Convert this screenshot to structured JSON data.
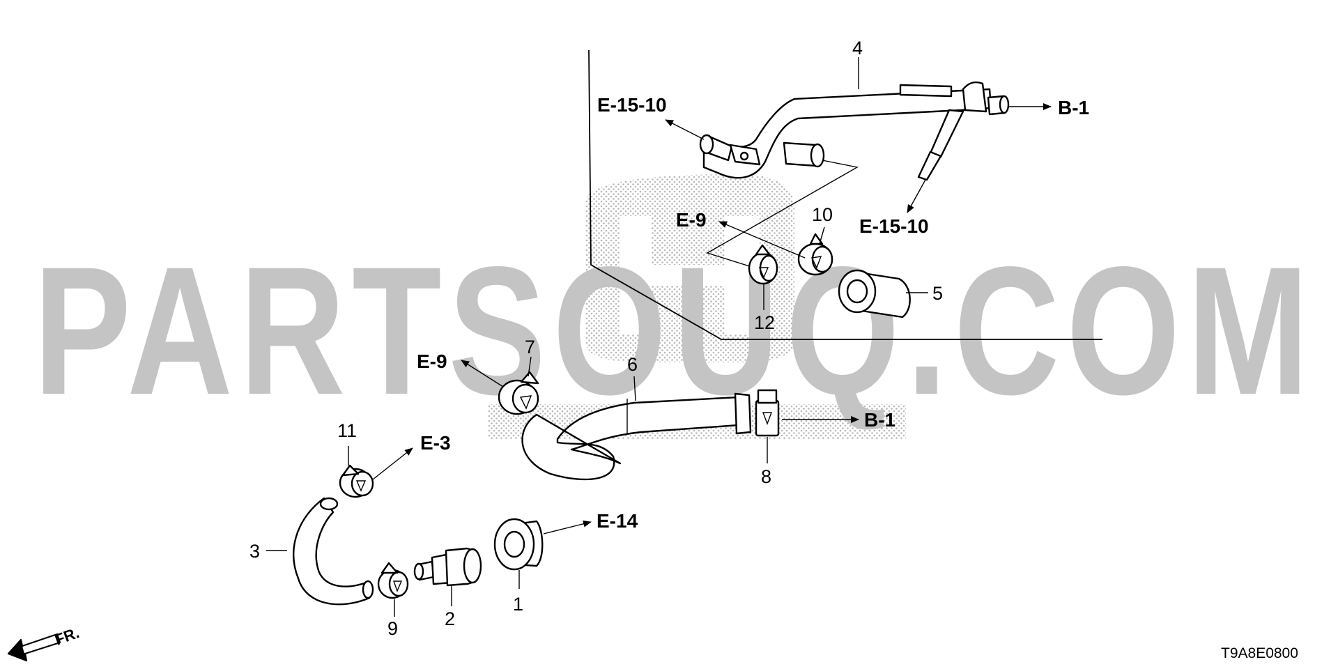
{
  "watermark": "PARTSOUQ.COM",
  "diagram_code": "T9A8E0800",
  "front_indicator": "FR.",
  "part_numbers": {
    "p1": "1",
    "p2": "2",
    "p3": "3",
    "p4": "4",
    "p5": "5",
    "p6": "6",
    "p7": "7",
    "p8": "8",
    "p9": "9",
    "p10": "10",
    "p11": "11",
    "p12": "12"
  },
  "references": {
    "e15_10_left": "E-15-10",
    "e15_10_right": "E-15-10",
    "b1_top": "B-1",
    "b1_mid": "B-1",
    "e9_top": "E-9",
    "e9_left": "E-9",
    "e3": "E-3",
    "e14": "E-14"
  }
}
